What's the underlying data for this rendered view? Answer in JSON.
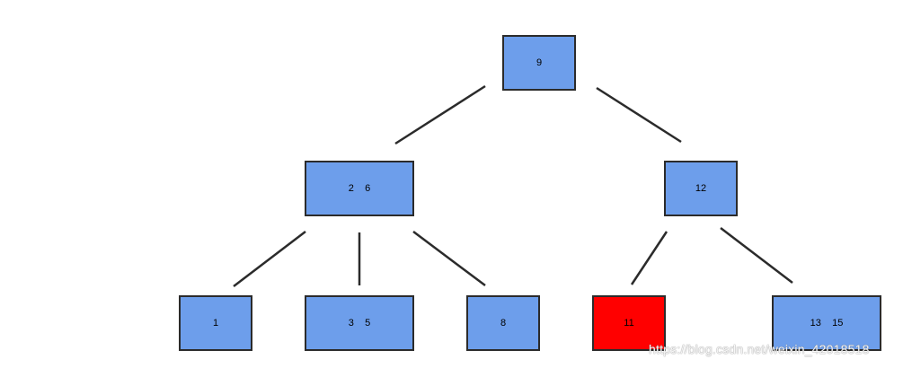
{
  "tree": {
    "root": {
      "label": "9"
    },
    "level1": {
      "left": {
        "label": "2    6"
      },
      "right": {
        "label": "12"
      }
    },
    "level2": {
      "n1": {
        "label": "1"
      },
      "n35": {
        "label": "3    5"
      },
      "n8": {
        "label": "8"
      },
      "n11": {
        "label": "11"
      },
      "n1315": {
        "label": "13    15"
      }
    }
  },
  "colors": {
    "node_fill": "#6d9eeb",
    "highlight_fill": "#ff0000",
    "edge": "#2b2b2b"
  },
  "watermark": "https://blog.csdn.net/weixin_42018518"
}
